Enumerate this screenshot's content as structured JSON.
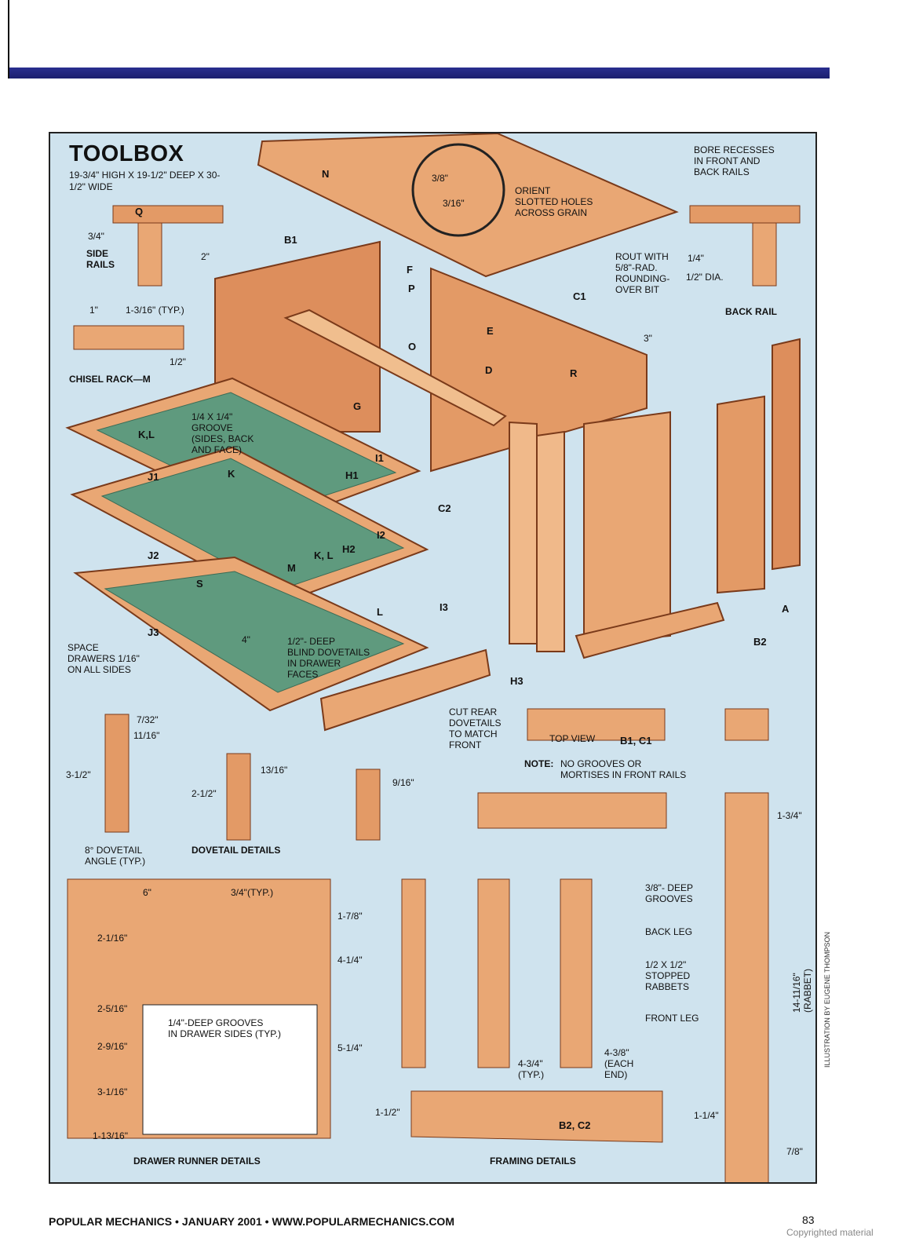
{
  "title": "TOOLBOX",
  "subtitle": "19-3/4\" HIGH X 19-1/2\" DEEP X 30-1/2\" WIDE",
  "callouts": {
    "orient": "ORIENT\nSLOTTED HOLES\nACROSS GRAIN",
    "bore": "BORE RECESSES\nIN FRONT AND\nBACK RAILS",
    "rout": "ROUT WITH\n5/8\"-RAD.\nROUNDING-\nOVER BIT",
    "groove": "1/4 X 1/4\"\nGROOVE\n(SIDES, BACK\nAND FACE)",
    "space": "SPACE\nDRAWERS 1/16\"\nON ALL SIDES",
    "dovetails_blind": "1/2\"- DEEP\nBLIND DOVETAILS\nIN DRAWER\nFACES",
    "cut_rear": "CUT REAR\nDOVETAILS\nTO MATCH\nFRONT",
    "note_label": "NOTE:",
    "note_text": "NO GROOVES OR\nMORTISES IN FRONT RAILS",
    "top_view": "TOP VIEW",
    "dovetail_angle": "8° DOVETAIL\nANGLE (TYP.)",
    "grooves_drawer": "1/4\"-DEEP GROOVES\nIN DRAWER SIDES (TYP.)",
    "deep_grooves": "3/8\"- DEEP\nGROOVES",
    "back_leg": "BACK LEG",
    "stopped_rabbets": "1/2 X 1/2\"\nSTOPPED\nRABBETS",
    "front_leg": "FRONT LEG",
    "rabbet_dim": "14-11/16\" (RABBET)"
  },
  "section_titles": {
    "side_rails": "SIDE\nRAILS",
    "back_rail": "BACK RAIL",
    "chisel_rack": "CHISEL RACK—M",
    "dovetail_details": "DOVETAIL DETAILS",
    "drawer_runner": "DRAWER RUNNER DETAILS",
    "framing": "FRAMING DETAILS"
  },
  "parts": {
    "N": "N",
    "C1": "C1",
    "B1": "B1",
    "E": "E",
    "D": "D",
    "R": "R",
    "Q": "Q",
    "F": "F",
    "P": "P",
    "O": "O",
    "G": "G",
    "A": "A",
    "B2": "B2",
    "C2": "C2",
    "H1": "H1",
    "H2": "H2",
    "H3": "H3",
    "I1": "I1",
    "I2": "I2",
    "I3": "I3",
    "J1": "J1",
    "J2": "J2",
    "J3": "J3",
    "K": "K",
    "KL": "K,L",
    "KL2": "K, L",
    "L": "L",
    "M": "M",
    "S": "S",
    "B1C1": "B1, C1",
    "B2C2": "B2, C2"
  },
  "dimensions": [
    "3/8\"",
    "3/16\"",
    "3/4\"",
    "2\"",
    "1/4\"",
    "1/2\" DIA.",
    "1\"",
    "1-3/16\" (TYP.)",
    "1/2\"",
    "3\"",
    "3-1/2\"",
    "4\"",
    "7/32\"",
    "11/16\"",
    "2-1/2\"",
    "13/16\"",
    "9/16\"",
    "3/4\"(TYP.)",
    "6\"",
    "1-7/8\"",
    "4-1/4\"",
    "5-1/4\"",
    "2-1/16\"",
    "2-5/16\"",
    "2-9/16\"",
    "3-1/16\"",
    "1-13/16\"",
    "7/8\"",
    "1-3/4\"",
    "4-3/4\"\n(TYP.)",
    "4-3/8\"\n(EACH\nEND)",
    "1-1/2\"",
    "1-1/4\""
  ],
  "footer": {
    "magazine": "POPULAR MECHANICS",
    "date": "JANUARY 2001",
    "url": "WWW.POPULARMECHANICS.COM",
    "page": "83",
    "copyright": "Copyrighted material",
    "credit": "ILLUSTRATION BY EUGENE THOMPSON"
  },
  "colors": {
    "panel_bg": "#cfe3ee",
    "wood": "#e9a774",
    "wood_dark": "#c46a3a",
    "drawer_bottom": "#5f9a7e",
    "header_bar": "#1b1f6e"
  }
}
